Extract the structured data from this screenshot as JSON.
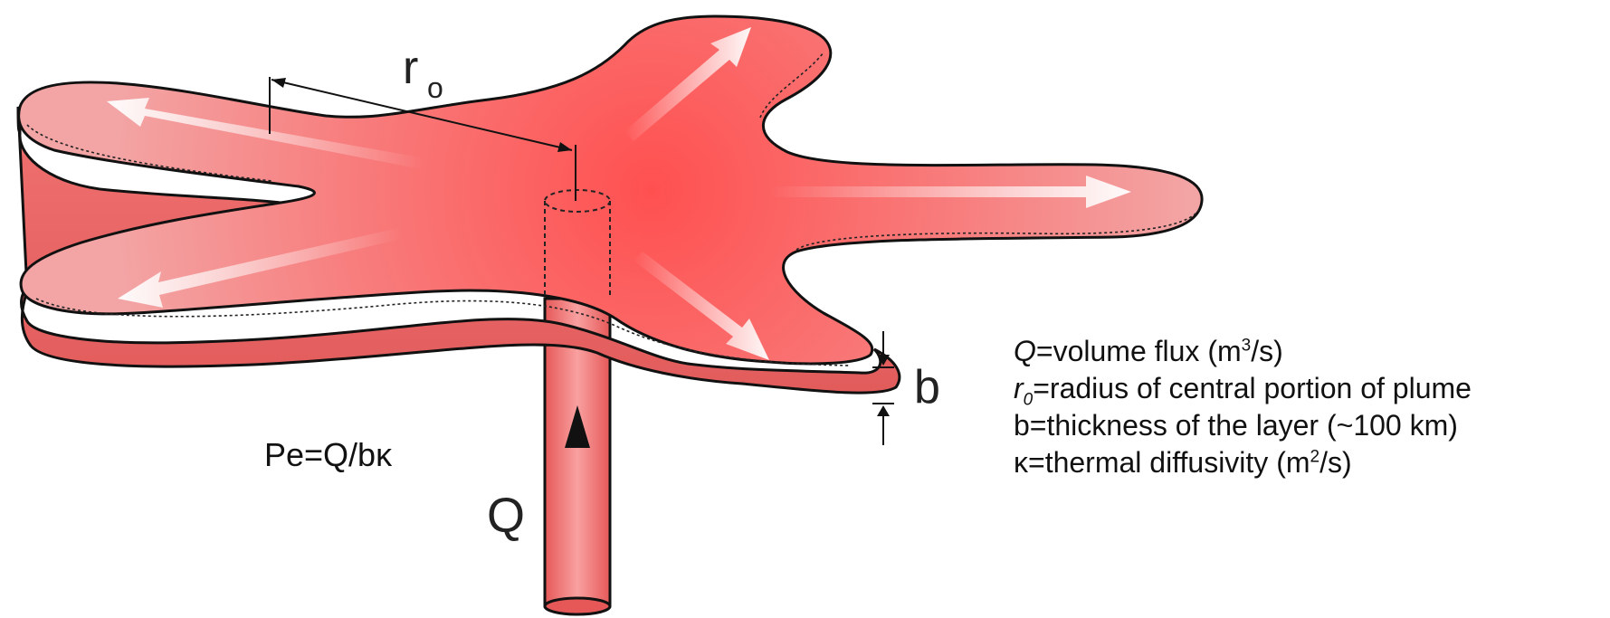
{
  "diagram": {
    "label_r0": "r",
    "label_r0_sub": "o",
    "label_b": "b",
    "label_Q": "Q",
    "colors": {
      "fill_center": "#ff5a5a",
      "fill_edge": "#f4a0a0",
      "outline": "#111111",
      "arrow": "#ffffff"
    }
  },
  "equation": "Pe=Q/bκ",
  "legend": {
    "q": {
      "symbol": "Q",
      "text_pre": "=volume flux (m",
      "sup": "3",
      "text_post": "/s)"
    },
    "r0": {
      "symbol": "r",
      "sub": "0",
      "text": "=radius of central portion of plume"
    },
    "b": {
      "text": "b=thickness of the layer (~100 km)"
    },
    "kappa": {
      "text_pre": "κ=thermal diffusivity (m",
      "sup": "2",
      "text_post": "/s)"
    }
  }
}
